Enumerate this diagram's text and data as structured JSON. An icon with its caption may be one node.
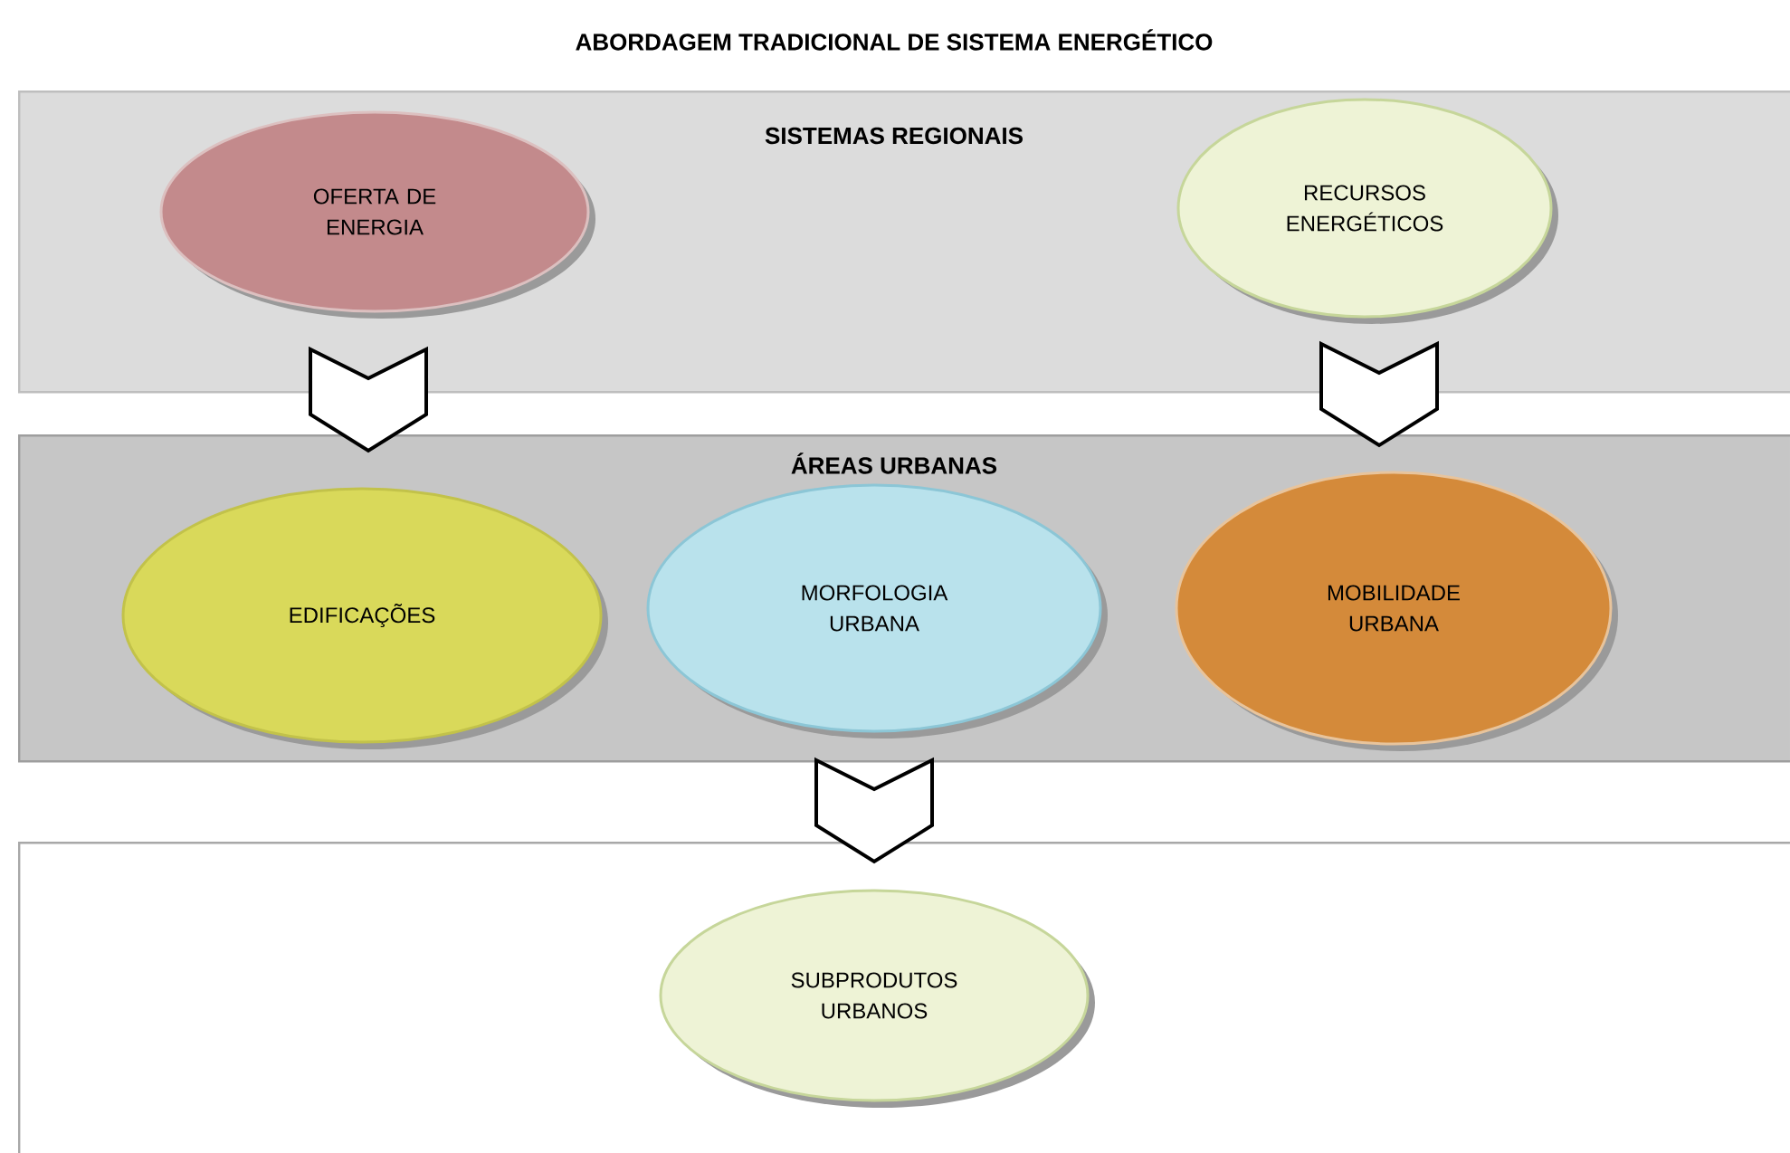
{
  "diagram": {
    "title": "ABORDAGEM TRADICIONAL DE SISTEMA ENERGÉTICO",
    "nodes": [
      {
        "text": [
          "SISTEMAS REGIONAIS"
        ]
      },
      {
        "text": [
          "OFERTA DE ENERGIA"
        ],
        "in": 0
      },
      {
        "text": [
          "RECURSOS ENERGÉTICOS"
        ],
        "in": 0
      },
      {
        "text": [
          "ÁREAS URBANAS"
        ]
      },
      {
        "text": [
          "EDIFICAÇÕES"
        ],
        "in": 3
      },
      {
        "text": [
          "MORFOLOGIA URBANA"
        ],
        "in": 3
      },
      {
        "text": [
          "MOBILIDADE URBANA"
        ],
        "in": 3
      },
      {
        "text": [],
        "shape": "box"
      },
      {
        "text": [
          "SUBPRODUTOS URBANOS"
        ],
        "in": 7
      }
    ],
    "edges": [
      {
        "from": 1,
        "to": 4,
        "arrow": "to"
      },
      {
        "from": 2,
        "to": 6,
        "arrow": "to"
      },
      {
        "from": 5,
        "to": 8,
        "arrow": "to"
      }
    ]
  }
}
